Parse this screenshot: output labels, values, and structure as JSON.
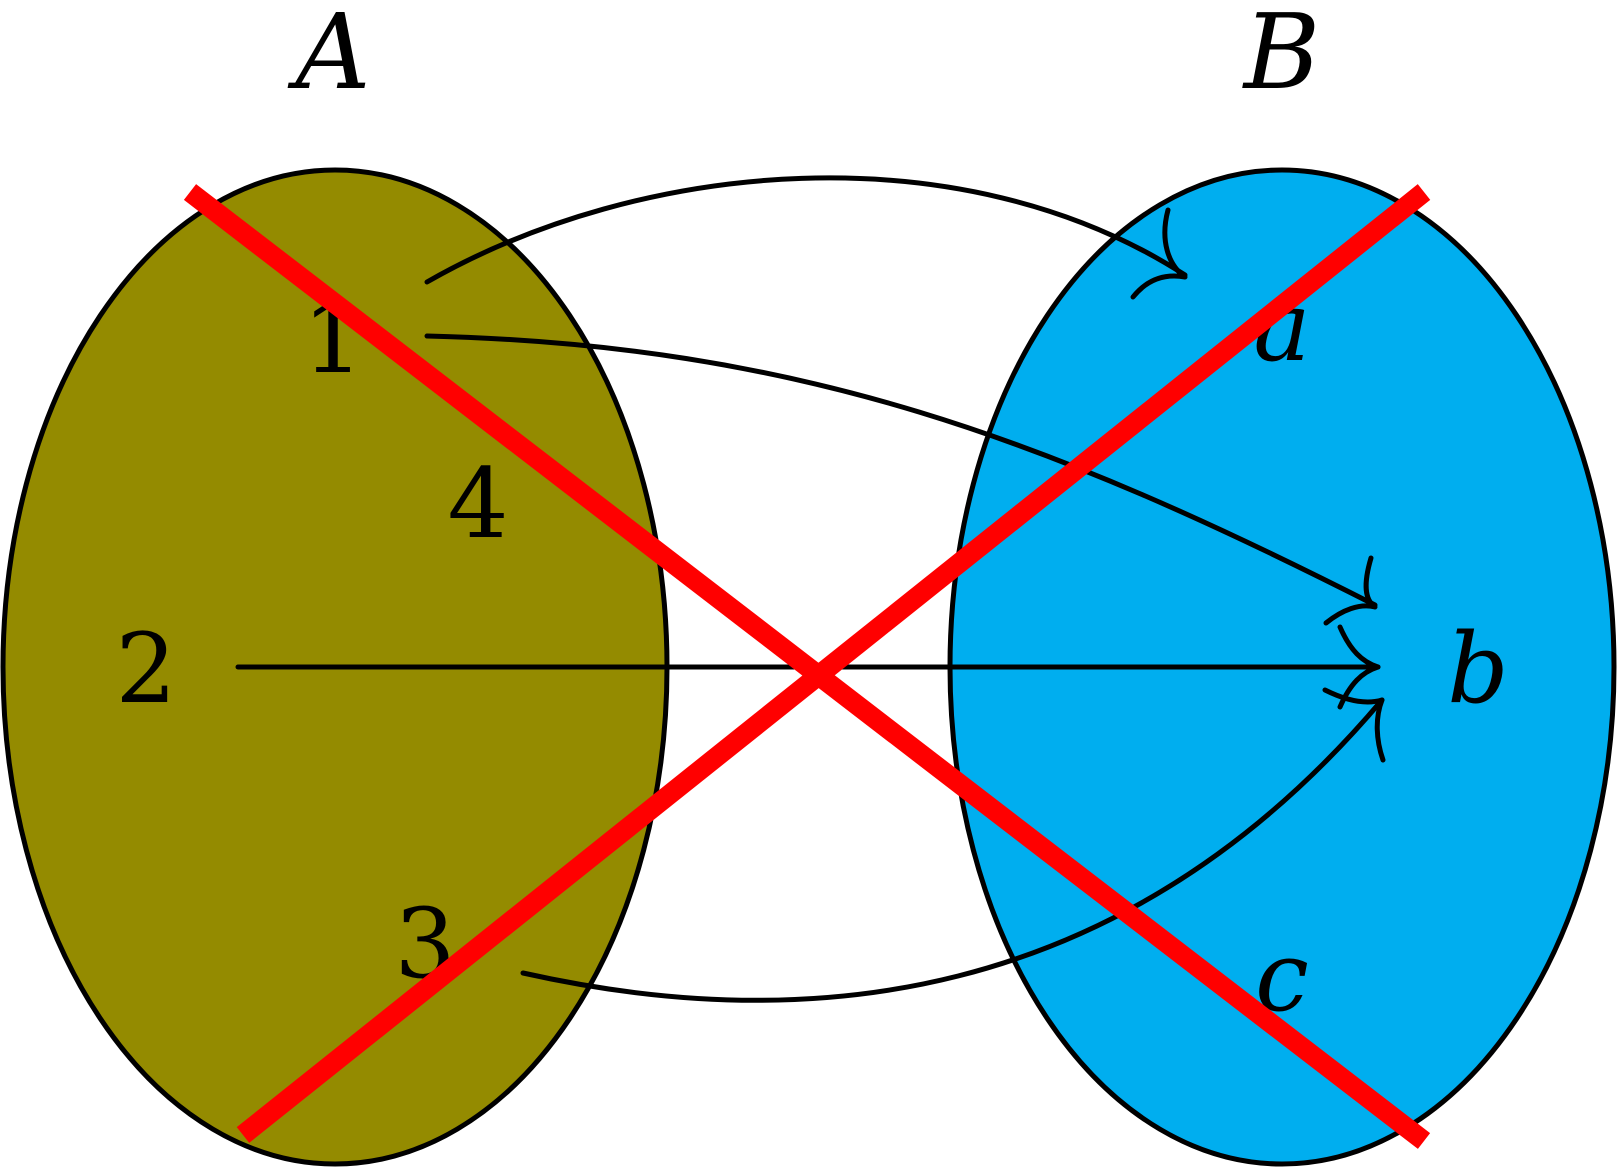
{
  "sets": {
    "A": {
      "label": "A",
      "fill": "#948b00",
      "elements": [
        "1",
        "2",
        "3",
        "4"
      ]
    },
    "B": {
      "label": "B",
      "fill": "#00aeef",
      "elements": [
        "a",
        "b",
        "c"
      ]
    }
  },
  "mappings": [
    {
      "from": "1",
      "to": "a"
    },
    {
      "from": "1",
      "to": "b"
    },
    {
      "from": "2",
      "to": "b"
    },
    {
      "from": "3",
      "to": "b"
    }
  ],
  "cross_out": {
    "color": "#ff0000"
  }
}
